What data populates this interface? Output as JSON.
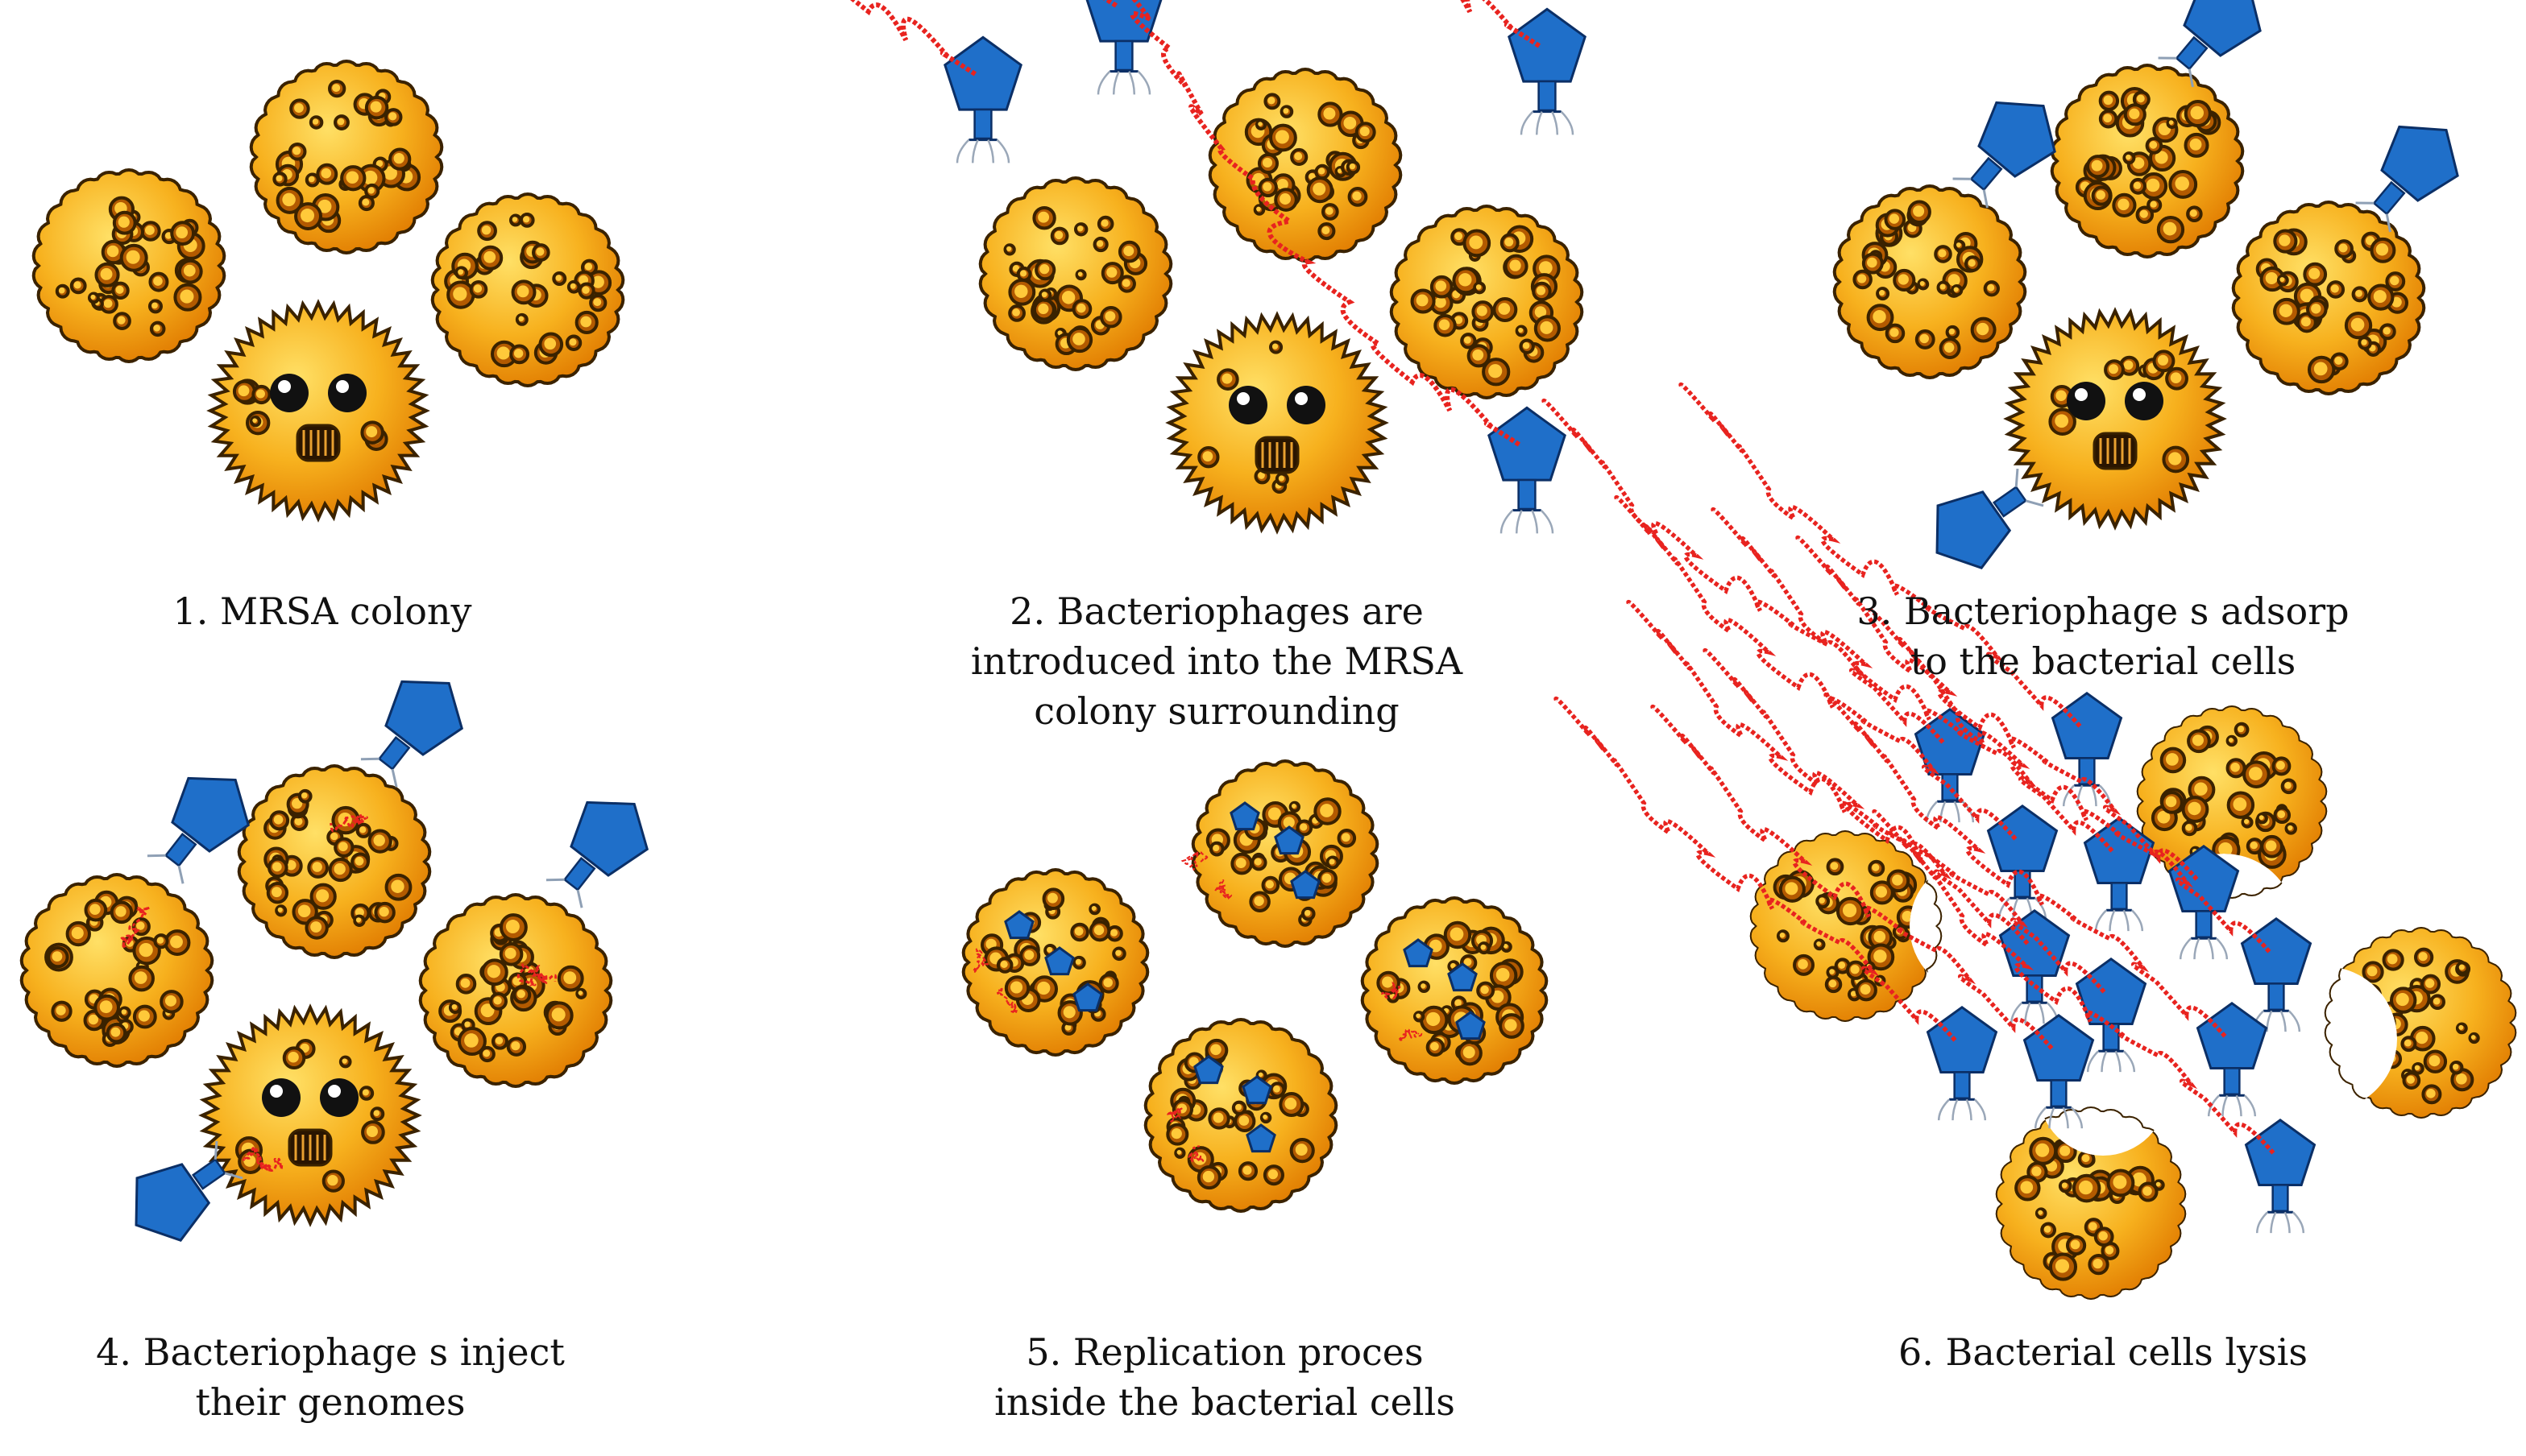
{
  "panels": [
    {
      "lines": [
        "1. MRSA colony"
      ]
    },
    {
      "lines": [
        "2. Bacteriophages  are",
        "introduced into the MRSA",
        "colony surrounding"
      ]
    },
    {
      "lines": [
        "3. Bacteriophage s adsorp",
        "to the bacterial cells"
      ]
    },
    {
      "lines": [
        "4. Bacteriophage s inject",
        "their genomes"
      ]
    },
    {
      "lines": [
        "5. Replication proces",
        "inside the bacterial cells"
      ]
    },
    {
      "lines": [
        "6. Bacterial  cells lysis"
      ]
    }
  ],
  "colors": {
    "cell_fill": "#F5A623",
    "cell_highlight": "#FFD24A",
    "cell_outline": "#3A2200",
    "phage_head": "#1F6FC9",
    "phage_outline": "#0B2F66",
    "genome": "#E8231F",
    "text": "#111111"
  },
  "icons": {
    "bacterium": "coccus-bacterium-icon",
    "infected_bacterium": "mrsa-face-bacterium-icon",
    "phage": "bacteriophage-icon",
    "genome": "viral-genome-icon"
  }
}
